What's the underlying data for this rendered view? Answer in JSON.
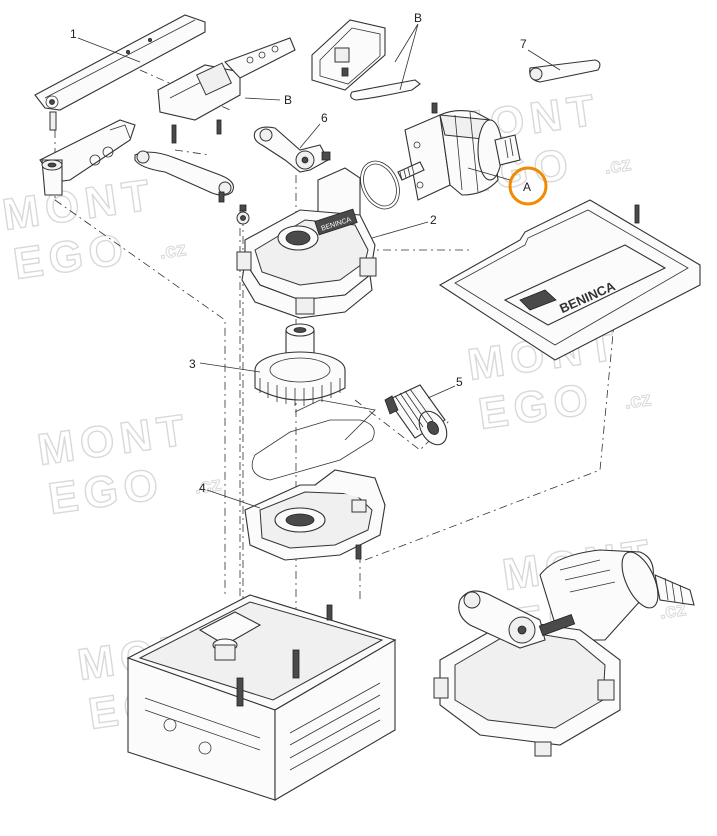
{
  "callouts": {
    "c1": "1",
    "c2": "2",
    "c3": "3",
    "c4": "4",
    "c5": "5",
    "c6": "6",
    "c7": "7",
    "cB1": "B",
    "cB2": "B",
    "cA": "A"
  },
  "cover_brand": "BENINCA",
  "motor_brand": "BENINCA",
  "watermark": {
    "line1": "MONT",
    "line2": "EGO",
    "suffix": ".cz"
  },
  "colors": {
    "highlight_circle": "#f08a00",
    "line": "#333333",
    "watermark": "#d9d9d9"
  }
}
